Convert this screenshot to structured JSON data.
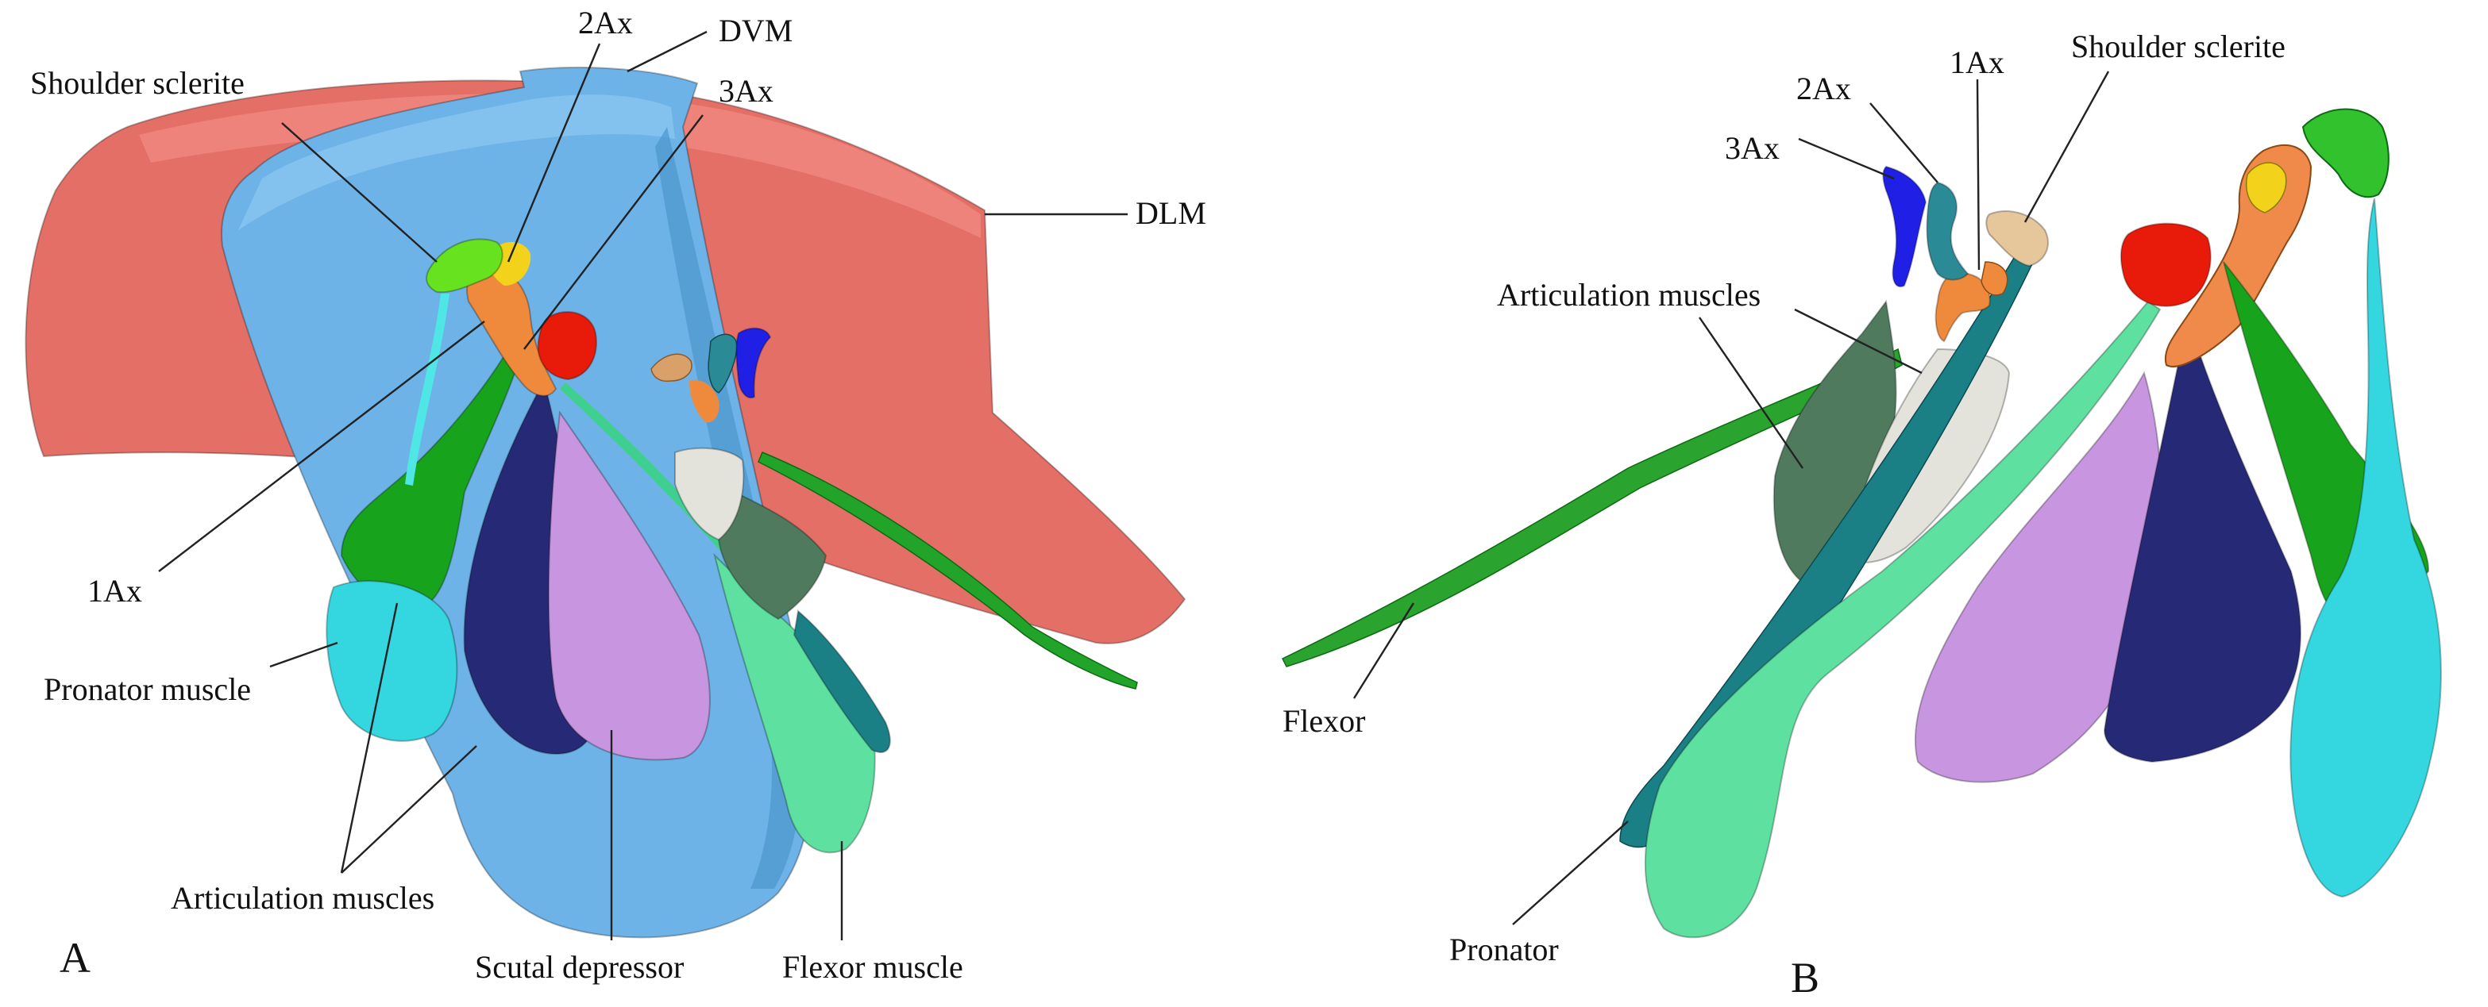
{
  "panels": {
    "a": {
      "letter": "A",
      "labels": {
        "shoulder_sclerite": "Shoulder sclerite",
        "two_ax": "2Ax",
        "dvm": "DVM",
        "three_ax": "3Ax",
        "dlm": "DLM",
        "one_ax": "1Ax",
        "pronator_muscle": "Pronator muscle",
        "articulation_muscles": "Articulation muscles",
        "scutal_depressor": "Scutal depressor",
        "flexor_muscle": "Flexor muscle"
      }
    },
    "b": {
      "letter": "B",
      "labels": {
        "three_ax": "3Ax",
        "two_ax": "2Ax",
        "one_ax": "1Ax",
        "shoulder_sclerite": "Shoulder sclerite",
        "articulation_muscles": "Articulation muscles",
        "flexor": "Flexor",
        "pronator": "Pronator"
      }
    }
  },
  "colors": {
    "dlm": "#e36f66",
    "dvm": "#6db3e8",
    "shoulder_sclerite_a": "#66e21e",
    "shoulder_sclerite_b": "#e6c79c",
    "one_ax": "#ef8a3c",
    "two_ax": "#2a8a96",
    "three_ax": "#1f1fe6",
    "red_sclerite": "#e81a0a",
    "pronator_muscle": "#34d7e0",
    "articulation_green": "#18a31c",
    "articulation_gray_green": "#4f7a5e",
    "articulation_white": "#e3e3dc",
    "scutal_depressor": "#262a76",
    "lilac_muscle": "#c896e0",
    "flexor_muscle": "#5ee0a0",
    "flexor_thin": "#22a32a",
    "pronator_tendon": "#1b7f86",
    "yellow_sclerite": "#f2d21a"
  }
}
